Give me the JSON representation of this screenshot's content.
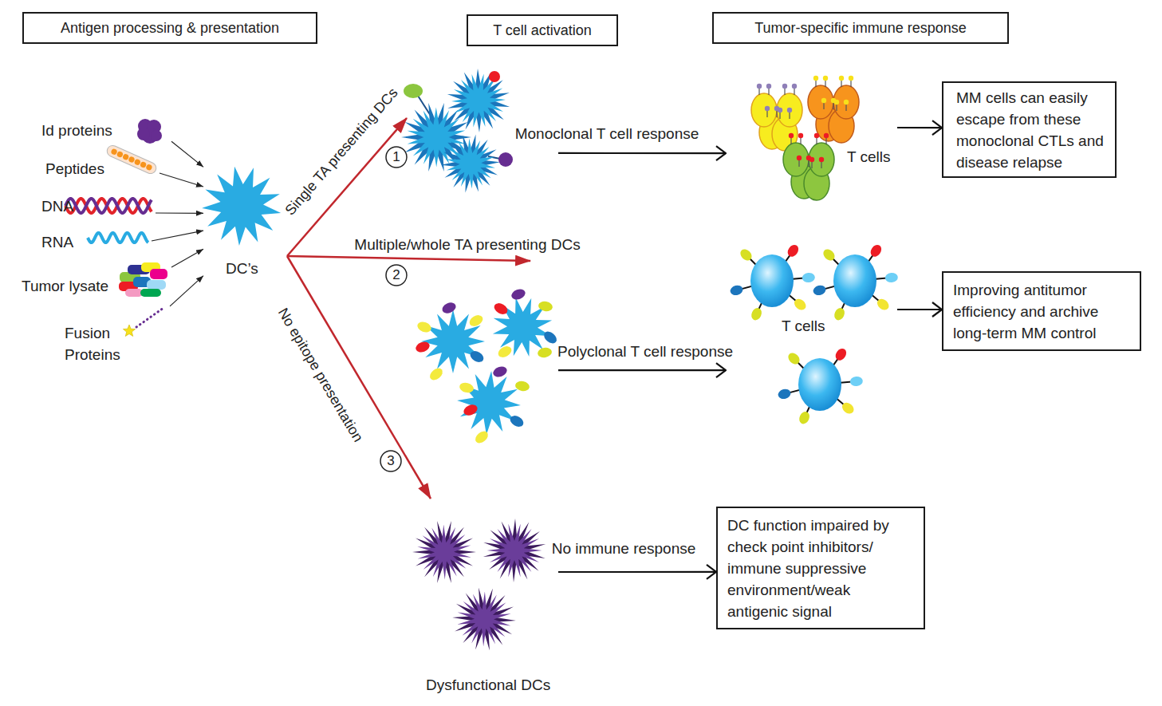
{
  "diagram": {
    "nodes": [
      {
        "text": [
          "Antigen processing & presentation"
        ]
      },
      {
        "text": [
          "T cell activation"
        ]
      },
      {
        "text": [
          "Tumor-specific immune response"
        ]
      },
      {
        "text": [
          "Id proteins"
        ]
      },
      {
        "text": [
          "Peptides"
        ]
      },
      {
        "text": [
          "DNA"
        ]
      },
      {
        "text": [
          "RNA"
        ]
      },
      {
        "text": [
          "Tumor lysate"
        ]
      },
      {
        "text": [
          "Fusion Proteins"
        ]
      },
      {
        "text": [
          "DC’s"
        ]
      },
      {
        "text": []
      },
      {
        "text": []
      },
      {
        "text": [
          "Dysfunctional DCs"
        ]
      },
      {
        "text": [
          "T cells"
        ]
      },
      {
        "text": [
          "MM cells can easily escape from these monoclonal CTLs and disease relapse"
        ]
      },
      {
        "text": [
          "T cells"
        ]
      },
      {
        "text": [
          "Improving antitumor efficiency and archive long-term MM control"
        ]
      },
      {
        "text": [
          "DC function impaired by check point inhibitors/ immune suppressive environment/weak antigenic signal"
        ]
      }
    ],
    "edges": [
      {
        "from": 3,
        "to": 9,
        "arrow": "to"
      },
      {
        "from": 4,
        "to": 9,
        "arrow": "to"
      },
      {
        "from": 5,
        "to": 9,
        "arrow": "to"
      },
      {
        "from": 6,
        "to": 9,
        "arrow": "to"
      },
      {
        "from": 7,
        "to": 9,
        "arrow": "to"
      },
      {
        "from": 8,
        "to": 9,
        "arrow": "to"
      },
      {
        "from": 9,
        "to": 10,
        "arrow": "to",
        "label": "Single TA presenting DCs"
      },
      {
        "from": 9,
        "to": 11,
        "arrow": "to",
        "label": "Multiple/whole TA presenting DCs"
      },
      {
        "from": 9,
        "to": 12,
        "arrow": "to",
        "label": "No epitope presentation"
      },
      {
        "from": 10,
        "to": 13,
        "arrow": "to",
        "label": "Monoclonal T cell response"
      },
      {
        "from": 13,
        "to": 14,
        "arrow": "to"
      },
      {
        "from": 11,
        "to": 15,
        "arrow": "to",
        "label": "Polyclonal T cell response"
      },
      {
        "from": 15,
        "to": 16,
        "arrow": "to"
      },
      {
        "from": 12,
        "to": 17,
        "arrow": "to",
        "label": "No immune response"
      }
    ],
    "labels": [
      "1",
      "2",
      "3"
    ]
  }
}
